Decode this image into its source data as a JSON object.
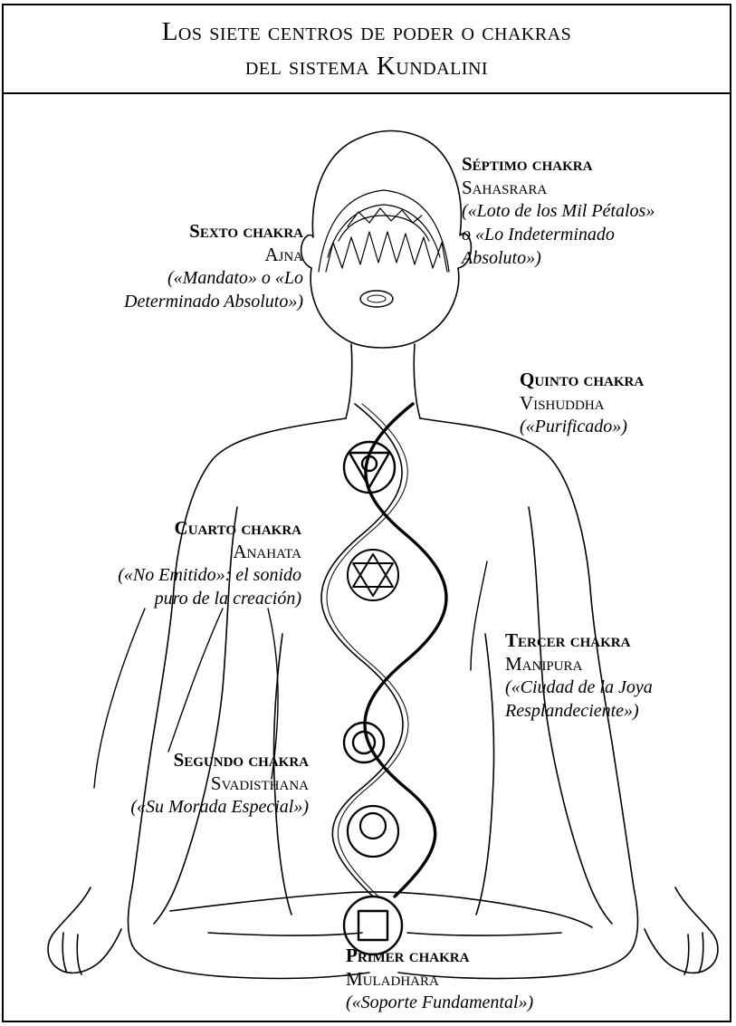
{
  "title": {
    "line1": "Los siete centros de poder o chakras",
    "line2": "del sistema Kundalini"
  },
  "chakras": [
    {
      "heading": "Séptimo chakra",
      "name": "Sahasrara",
      "desc1": "(«Loto de los Mil Pétalos»",
      "desc2": "o «Lo Indeterminado",
      "desc3": "Absoluto»)"
    },
    {
      "heading": "Sexto chakra",
      "name": "Ajna",
      "desc1": "(«Mandato» o «Lo",
      "desc2": "Determinado Absoluto»)"
    },
    {
      "heading": "Quinto chakra",
      "name": "Vishuddha",
      "desc1": "(«Purificado»)"
    },
    {
      "heading": "Cuarto chakra",
      "name": "Anahata",
      "desc1": "(«No Emitido»: el sonido",
      "desc2": "puro de la creación)"
    },
    {
      "heading": "Tercer chakra",
      "name": "Manipura",
      "desc1": "(«Ciudad de la Joya",
      "desc2": "Resplandeciente»)"
    },
    {
      "heading": "Segundo chakra",
      "name": "Svadisthana",
      "desc1": "(«Su Morada Especial»)"
    },
    {
      "heading": "Primer chakra",
      "name": "Muladhara",
      "desc1": "(«Soporte Fundamental»)"
    }
  ]
}
